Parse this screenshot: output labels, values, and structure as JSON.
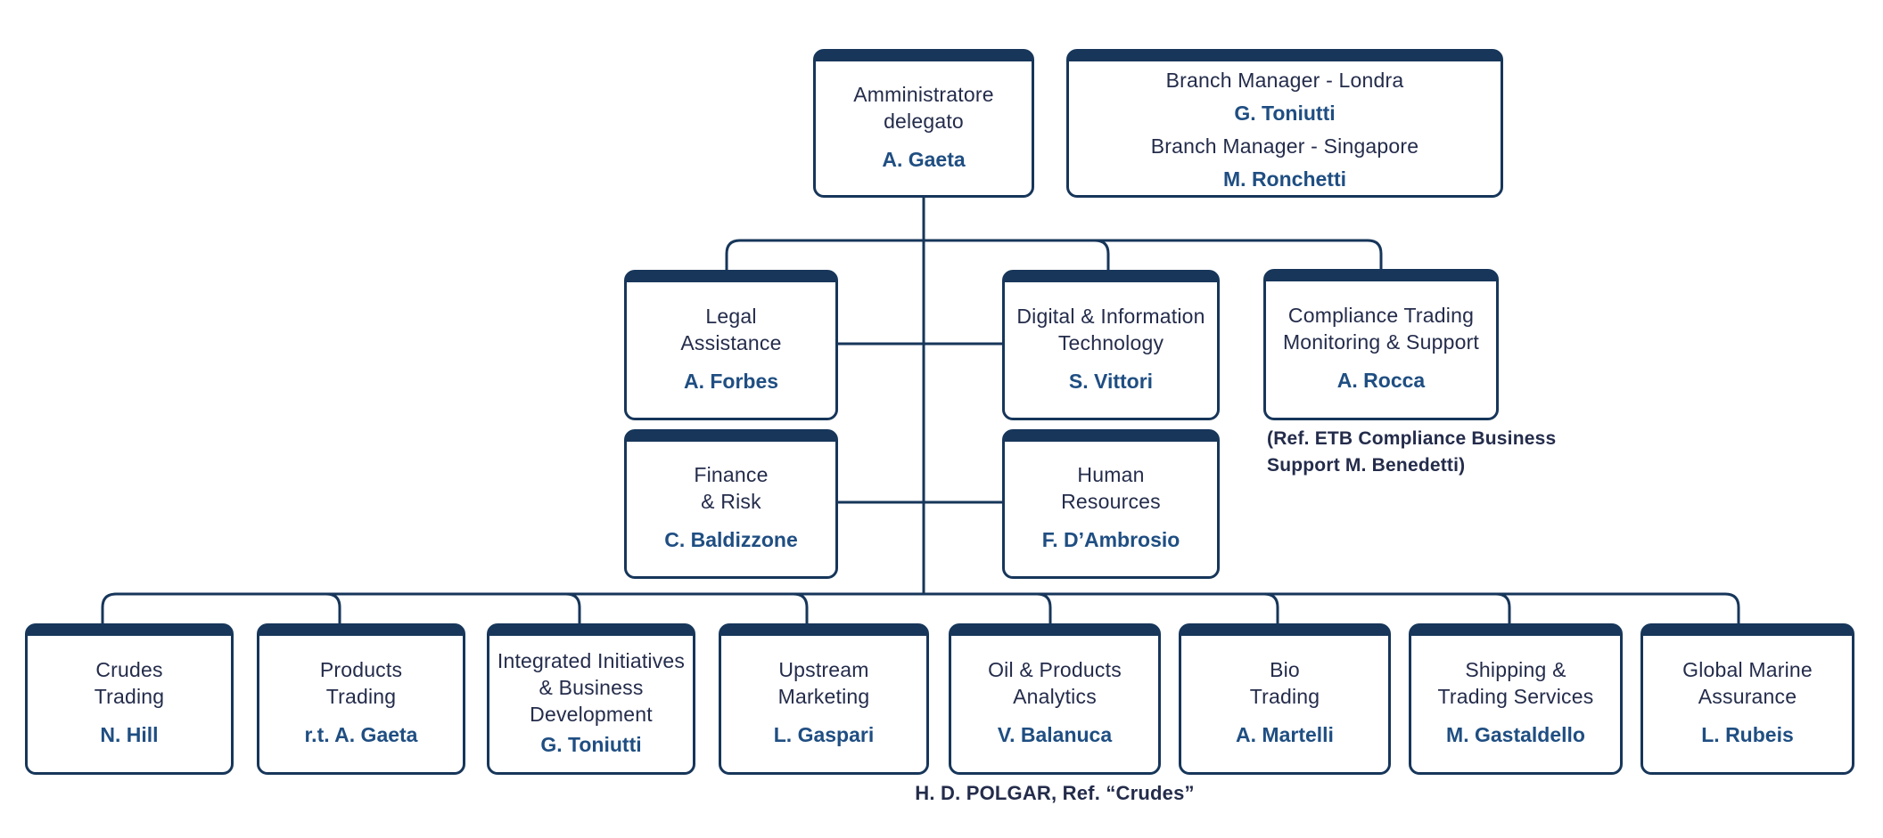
{
  "colors": {
    "line_navy": "#17365a",
    "title_text": "#242c4b",
    "name_blue": "#1f4e82",
    "background": "#ffffff"
  },
  "org": {
    "admin": {
      "line1": "Amministratore",
      "line2": "delegato",
      "name": "A. Gaeta"
    },
    "branch": {
      "title1": "Branch Manager - Londra",
      "name1": "G. Toniutti",
      "title2": "Branch Manager - Singapore",
      "name2": "M. Ronchetti"
    },
    "legal": {
      "line1": "Legal",
      "line2": "Assistance",
      "name": "A. Forbes"
    },
    "digital": {
      "line1": "Digital & Information",
      "line2": "Technology",
      "name": "S. Vittori"
    },
    "compliance": {
      "line1": "Compliance Trading",
      "line2": "Monitoring & Support",
      "name": "A. Rocca"
    },
    "finance": {
      "line1": "Finance",
      "line2": "& Risk",
      "name": "C. Baldizzone"
    },
    "hr": {
      "line1": "Human",
      "line2": "Resources",
      "name": "F. D’Ambrosio"
    },
    "crudes": {
      "line1": "Crudes",
      "line2": "Trading",
      "name": "N. Hill"
    },
    "products": {
      "line1": "Products",
      "line2": "Trading",
      "name": "r.t. A. Gaeta"
    },
    "integrated": {
      "line1": "Integrated Initiatives",
      "line2": "& Business",
      "line3": "Development",
      "name": "G. Toniutti"
    },
    "upstream": {
      "line1": "Upstream",
      "line2": "Marketing",
      "name": "L. Gaspari"
    },
    "oil": {
      "line1": "Oil & Products",
      "line2": "Analytics",
      "name": "V. Balanuca"
    },
    "bio": {
      "line1": "Bio",
      "line2": "Trading",
      "name": "A. Martelli"
    },
    "shipping": {
      "line1": "Shipping &",
      "line2": "Trading Services",
      "name": "M. Gastaldello"
    },
    "global": {
      "line1": "Global Marine",
      "line2": "Assurance",
      "name": "L. Rubeis"
    }
  },
  "notes": {
    "compliance_ref_line1": "(Ref. ETB Compliance Business",
    "compliance_ref_line2": "Support M. Benedetti)",
    "crudes_ref": "H. D. POLGAR, Ref. “Crudes”"
  },
  "connections": {
    "from": "Amministratore delegato",
    "to": [
      "Legal Assistance",
      "Digital & Information Technology",
      "Compliance Trading Monitoring & Support",
      "Finance & Risk",
      "Human Resources",
      "Crudes Trading",
      "Products Trading",
      "Integrated Initiatives & Business Development",
      "Upstream Marketing",
      "Oil & Products Analytics",
      "Bio Trading",
      "Shipping & Trading Services",
      "Global Marine Assurance"
    ],
    "standalone": [
      "Branch Manager - Londra / Singapore"
    ]
  }
}
